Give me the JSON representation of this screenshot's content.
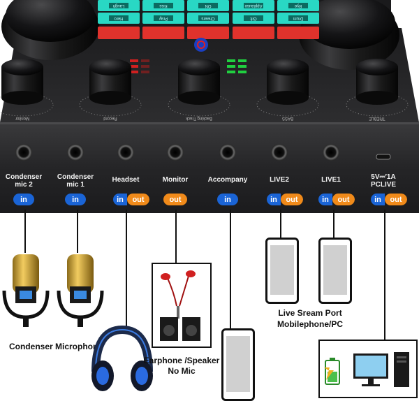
{
  "ports": [
    {
      "label_line1": "Condenser",
      "label_line2": "mic 2",
      "badges": [
        "in"
      ]
    },
    {
      "label_line1": "Condenser",
      "label_line2": "mic 1",
      "badges": [
        "in"
      ]
    },
    {
      "label_line1": "Headset",
      "label_line2": "",
      "badges": [
        "in",
        "out"
      ]
    },
    {
      "label_line1": "Monitor",
      "label_line2": "",
      "badges": [
        "out"
      ]
    },
    {
      "label_line1": "Accompany",
      "label_line2": "",
      "badges": [
        "in"
      ]
    },
    {
      "label_line1": "LIVE2",
      "label_line2": "",
      "badges": [
        "in",
        "out"
      ]
    },
    {
      "label_line1": "LIVE1",
      "label_line2": "",
      "badges": [
        "in",
        "out"
      ]
    },
    {
      "label_line1": "5V⎓′1A",
      "label_line2": "PCLIVE",
      "badges": [
        "in",
        "out"
      ]
    }
  ],
  "badge_text": {
    "in": "in",
    "out": "out"
  },
  "captions": {
    "microphone": "Condenser Microphone",
    "earphone_line1": "Earphone /Speaker",
    "earphone_line2": "No Mic",
    "live_line1": "Live Sream Port",
    "live_line2": "Mobilephone/PC"
  },
  "knob_labels": [
    "Monitor",
    "Record",
    "Backing Track",
    "BASS",
    "TREBLE"
  ],
  "pad_labels": [
    [
      "Laugh",
      "Kiss",
      "ON",
      "Applause",
      "Bye"
    ],
    [
      "Hero",
      "Pray",
      "Cheers",
      "Gift",
      "Drum"
    ]
  ],
  "colors": {
    "in_badge": "#1a64d6",
    "out_badge": "#f08a1a",
    "device_body": "#2a2a2a",
    "pad_teal": "#29d8c4",
    "pad_red": "#e0322c"
  }
}
